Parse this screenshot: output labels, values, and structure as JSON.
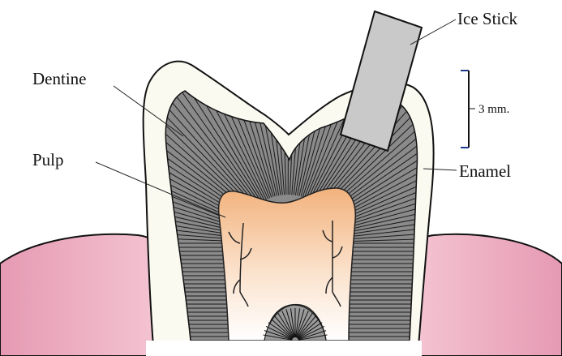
{
  "labels": {
    "ice_stick": "Ice Stick",
    "dentine": "Dentine",
    "pulp": "Pulp",
    "enamel": "Enamel",
    "scale": "3 mm."
  },
  "colors": {
    "gum": "#efb3c4",
    "enamel": "#fbfaf1",
    "dentine": "#7b7b7b",
    "pulp_top": "#f2b27d",
    "pulp_bottom": "#ffffff",
    "stick": "#c9c9c9",
    "scale_tick": "#1f3a8a"
  }
}
